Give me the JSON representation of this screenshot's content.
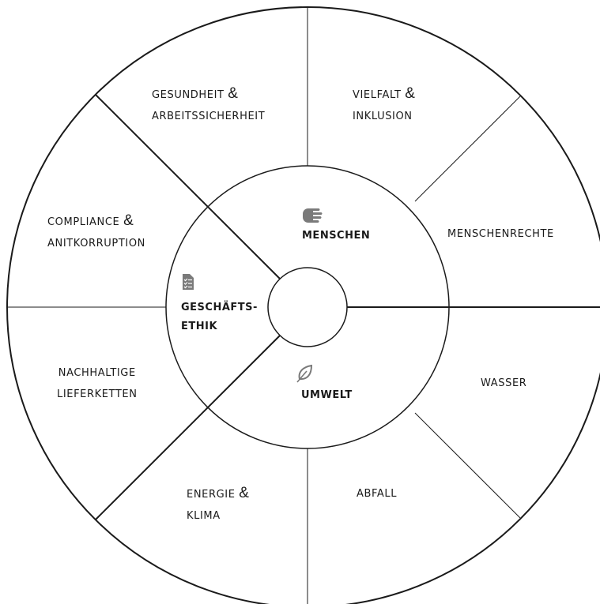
{
  "segments": {
    "gesundheit": {
      "line1": "GESUNDHEIT",
      "amp": "&",
      "line2": "ARBEITSSICHERHEIT"
    },
    "vielfalt": {
      "line1": "VIELFALT",
      "amp": "&",
      "line2": "INKLUSION"
    },
    "menschenrechte": {
      "line1": "MENSCHENRECHTE"
    },
    "compliance": {
      "line1": "COMPLIANCE",
      "amp": "&",
      "line2": "ANITKORRUPTION"
    },
    "lieferketten": {
      "line1": "NACHHALTIGE",
      "line2": "LIEFERKETTEN"
    },
    "wasser": {
      "line1": "WASSER"
    },
    "energie": {
      "line1": "ENERGIE",
      "amp": "&",
      "line2": "KLIMA"
    },
    "abfall": {
      "line1": "ABFALL"
    }
  },
  "categories": {
    "menschen": {
      "label": "MENSCHEN",
      "icon": "hand-icon"
    },
    "ethik": {
      "line1": "GESCHÄFTS-",
      "line2": "ETHIK",
      "icon": "document-checklist-icon"
    },
    "umwelt": {
      "label": "UMWELT",
      "icon": "leaf-icon"
    }
  },
  "colors": {
    "line": "#1a1a1a",
    "icon": "#7a7a7a",
    "text": "#1a1a1a"
  }
}
